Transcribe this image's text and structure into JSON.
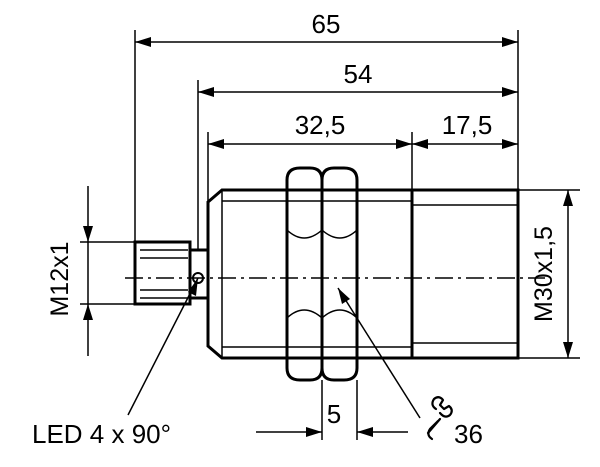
{
  "dimensions": {
    "overall_length": "65",
    "housing_length": "54",
    "thread_length": "32,5",
    "rear_length": "17,5",
    "connector_thread": "M12x1",
    "housing_thread": "M30x1,5",
    "nut_thickness": "5",
    "wrench_size": "36"
  },
  "annotations": {
    "led": "LED 4 x 90°"
  },
  "icons": {
    "wrench": "wrench-icon"
  }
}
